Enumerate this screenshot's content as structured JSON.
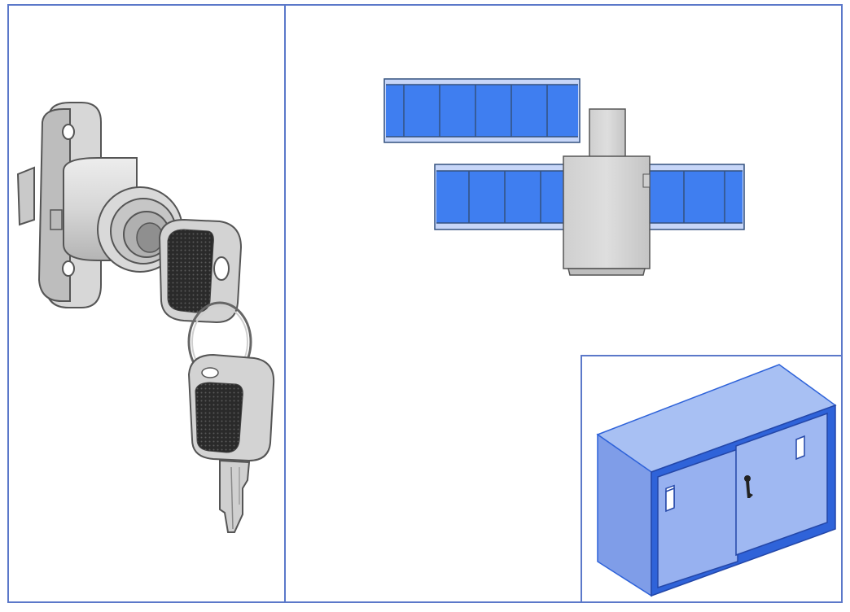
{
  "panels": [
    {
      "id": "lock-with-keys",
      "description_visible_text": ""
    },
    {
      "id": "sliding-door-lock-diagram",
      "description_visible_text": ""
    },
    {
      "id": "cabinet-inset",
      "description_visible_text": ""
    }
  ],
  "colors": {
    "frame_border": "#5b78c9",
    "panel_blue": "#3f7ef0",
    "panel_blue_light": "#5c93f2",
    "panel_stroke": "#33517f",
    "lock_body": "#d4d4d4",
    "lock_shadow": "#9a9a9a",
    "key_grip": "#2d2d2d",
    "cabinet_front": "#97b1f0",
    "cabinet_side": "#7f9de8",
    "cabinet_top": "#a8c0f3",
    "cabinet_edge": "#2f63d9"
  },
  "icons": [
    "lock-icon",
    "key-icon",
    "cabinet-icon"
  ]
}
